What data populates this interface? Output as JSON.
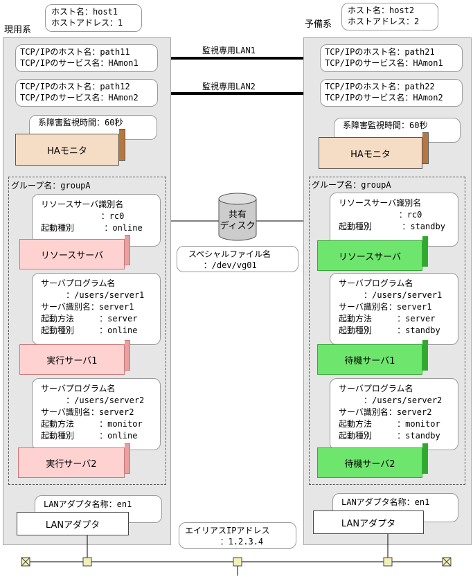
{
  "primary": {
    "label": "現用系",
    "host_info": "ホスト名：host1\nホストアドレス：1",
    "lan1_info": "TCP/IPのホスト名：path11\nTCP/IPのサービス名：HAmon1",
    "lan2_info": "TCP/IPのホスト名：path12\nTCP/IPのサービス名：HAmon2",
    "monitor_time": "系障害監視時間：60秒",
    "ha_monitor": "HAモニタ",
    "group_label": "グループ名：groupA",
    "resource_info": "リソースサーバ識別名\n            ：rc0\n起動種別      ：online",
    "resource_server": "リソースサーバ",
    "server1_info": "サーバプログラム名\n     ：/users/server1\nサーバ識別名：server1\n起動方法     ：server\n起動種別     ：online",
    "server1": "実行サーバ1",
    "server2_info": "サーバプログラム名\n     ：/users/server2\nサーバ識別名：server2\n起動方法     ：monitor\n起動種別     ：online",
    "server2": "実行サーバ2",
    "lan_adapter_info": "LANアダプタ名称：en1",
    "lan_adapter": "LANアダプタ"
  },
  "standby": {
    "label": "予備系",
    "host_info": "ホスト名：host2\nホストアドレス：2",
    "lan1_info": "TCP/IPのホスト名：path21\nTCP/IPのサービス名：HAmon1",
    "lan2_info": "TCP/IPのホスト名：path22\nTCP/IPのサービス名：HAmon2",
    "monitor_time": "系障害監視時間：60秒",
    "ha_monitor": "HAモニタ",
    "group_label": "グループ名：groupA",
    "resource_info": "リソースサーバ識別名\n            ：rc0\n起動種別      ：standby",
    "resource_server": "リソースサーバ",
    "server1_info": "サーバプログラム名\n     ：/users/server1\nサーバ識別名：server1\n起動方法     ：server\n起動種別     ：standby",
    "server1": "待機サーバ1",
    "server2_info": "サーバプログラム名\n     ：/users/server2\nサーバ識別名：server2\n起動方法     ：monitor\n起動種別     ：standby",
    "server2": "待機サーバ2",
    "lan_adapter_info": "LANアダプタ名称：en1",
    "lan_adapter": "LANアダプタ"
  },
  "center": {
    "lan1_label": "監視専用LAN1",
    "lan2_label": "監視専用LAN2",
    "disk_label": "共有\nディスク",
    "special_file": "スペシャルファイル名\n   ：/dev/vg01",
    "alias_ip": "エイリアスIPアドレス\n       ：1.2.3.4"
  },
  "colors": {
    "panel": "#e6e6e6",
    "ha_monitor": "#f5dcc4",
    "running_server": "#ffd2d2",
    "standby_server": "#6ee66e",
    "disk": "#cccccc",
    "terminal": "#f2f0b8"
  }
}
